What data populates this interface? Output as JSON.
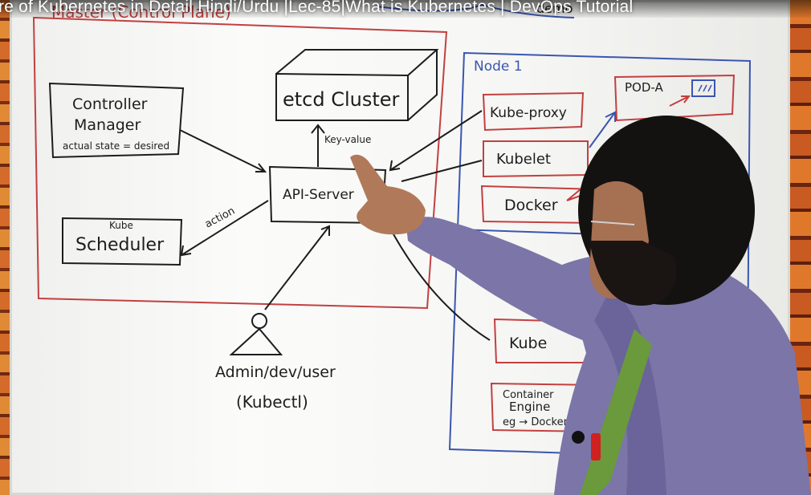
{
  "video": {
    "title_overlay": "re of Kubernetes in Detail Hindi/Urdu |Lec-85|What is Kubernetes | DevOps Tutorial"
  },
  "whiteboard": {
    "master_label": "Master (Control Plane)",
    "demo_label": "demo",
    "etcd_label": "etcd Cluster",
    "keyvalue_label": "Key-value",
    "controller_label_1": "Controller",
    "controller_label_2": "Manager",
    "controller_sublabel": "actual state = desired",
    "api_server_label": "API-Server",
    "scheduler_small": "Kube",
    "scheduler_label": "Scheduler",
    "action_label": "action",
    "user_label": "Admin/dev/user",
    "kubectl_label": "(Kubectl)",
    "node1_label": "Node 1",
    "pod_label": "POD-A",
    "kube_proxy_label": "Kube-proxy",
    "kubelet_label": "Kubelet",
    "docker_label": "Docker",
    "kube_bottom_label": "Kube",
    "container_engine_1": "Container",
    "container_engine_2": "Engine",
    "container_engine_3": "eg → Docker"
  },
  "colors": {
    "red_marker": "#c24040",
    "blue_marker": "#3a56b0",
    "black_marker": "#1d1d1d",
    "shirt": "#7b75a8",
    "tie": "#6a9a3c"
  }
}
